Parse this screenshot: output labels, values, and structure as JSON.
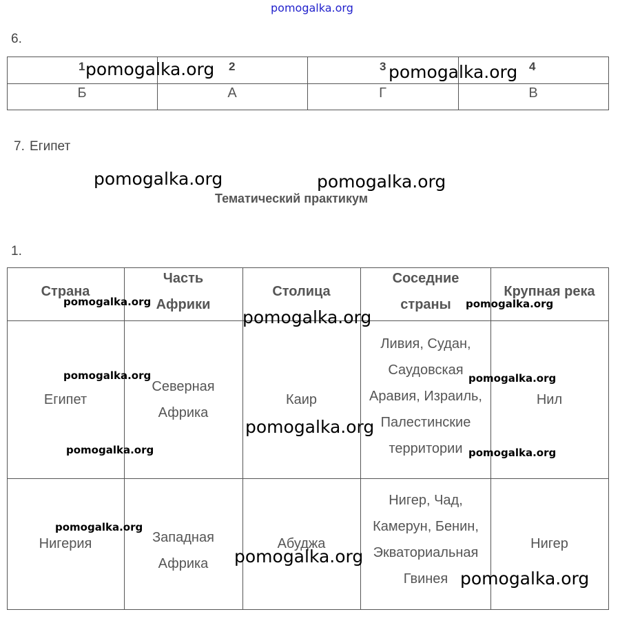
{
  "header_link": "pomogalka.org",
  "watermark": "pomogalka.org",
  "task6": {
    "number": "6.",
    "columns": [
      "1",
      "2",
      "3",
      "4"
    ],
    "answers": [
      "Б",
      "А",
      "Г",
      "В"
    ]
  },
  "task7": {
    "number": "7.",
    "answer": "Египет"
  },
  "section_title": "Тематический практикум",
  "task1": {
    "number": "1.",
    "headers": [
      "Страна",
      "Часть Африки",
      "Столица",
      "Соседние страны",
      "Крупная река"
    ],
    "rows": [
      [
        "Египет",
        "Северная Африка",
        "Каир",
        "Ливия, Судан, Саудовская Аравия, Израиль, Палестинские территории",
        "Нил"
      ],
      [
        "Нигерия",
        "Западная Африка",
        "Абуджа",
        "Нигер, Чад, Камерун, Бенин, Экваториальная Гвинея",
        "Нигер"
      ]
    ]
  }
}
